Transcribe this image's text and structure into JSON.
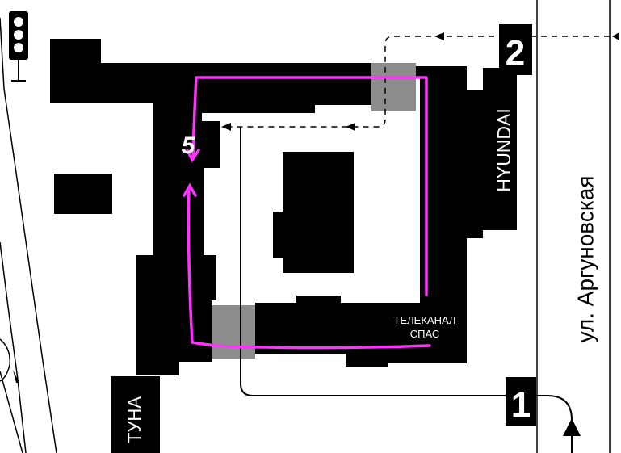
{
  "map": {
    "street_right": "ул. Аргуновская",
    "street_bottom_left": "ТУНА",
    "building_label_hyundai": "HYUNDAI",
    "building_label_spas_line1": "ТЕЛЕКАНАЛ",
    "building_label_spas_line2": "СПАС",
    "entrance_markers": [
      "1",
      "2"
    ],
    "parking_number": "5"
  },
  "colors": {
    "buildings": "#000000",
    "gates": "#8c8c8c",
    "route": "#ff33ff",
    "background": "#ffffff"
  },
  "icons": [
    "traffic-light-icon",
    "arrow-up-icon",
    "arrow-left-icon"
  ]
}
